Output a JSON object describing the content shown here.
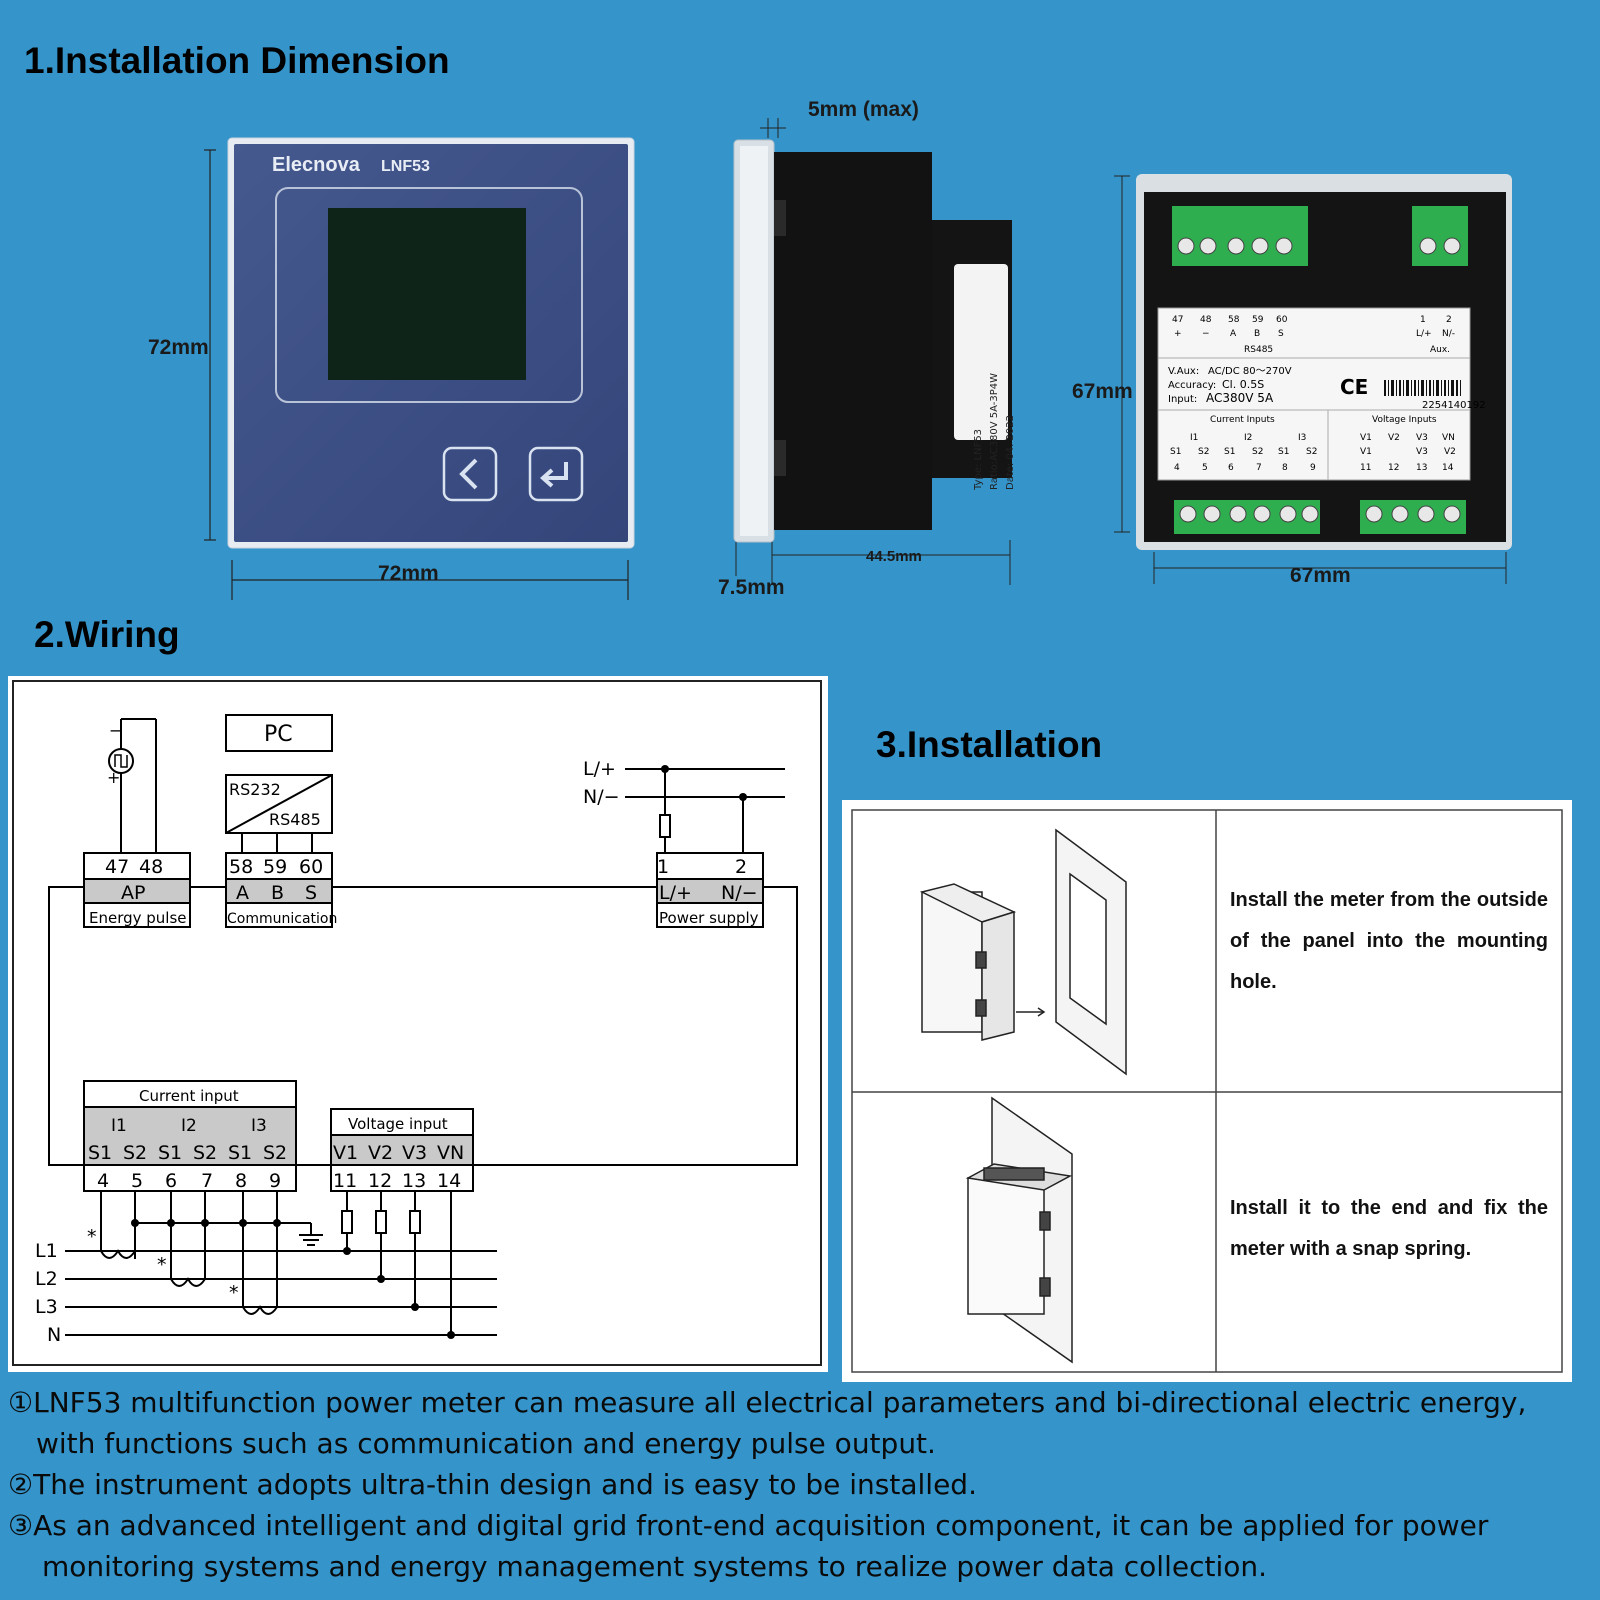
{
  "sections": {
    "dimension_title": "1.Installation Dimension",
    "wiring_title": "2.Wiring",
    "installation_title": "3.Installation"
  },
  "dimension": {
    "front_height": "72mm",
    "front_width": "72mm",
    "side_max": "5mm (max)",
    "side_depth": "44.5mm",
    "side_front": "7.5mm",
    "back_height": "67mm",
    "back_width": "67mm"
  },
  "meter": {
    "brand": "Elecnova",
    "model": "LNF53",
    "screen_color": "#0f2418",
    "body_color": "#3c4f84",
    "back_label": {
      "terms_top_left": [
        "47",
        "48",
        "58",
        "59",
        "60"
      ],
      "syms_top_left": [
        "+",
        "−",
        "A",
        "B",
        "S"
      ],
      "terms_top_right": [
        "1",
        "2"
      ],
      "syms_top_right": [
        "L/+",
        "N/-"
      ],
      "rs485": "RS485",
      "aux": "Aux.",
      "vaux_k": "V.Aux:",
      "vaux_v": "AC/DC 80～270V",
      "acc_k": "Accuracy:",
      "acc_v": "Cl. 0.5S",
      "input_k": "Input:",
      "input_v": "AC380V 5A",
      "ce": "CE",
      "serial": "2254140192",
      "current_inputs": "Current Inputs",
      "voltage_inputs": "Voltage Inputs",
      "i_labels": [
        "I1",
        "I2",
        "I3"
      ],
      "s_labels": [
        "S1",
        "S2",
        "S1",
        "S2",
        "S1",
        "S2"
      ],
      "i_nums": [
        "4",
        "5",
        "6",
        "7",
        "8",
        "9"
      ],
      "v_labels_row1": [
        "V1",
        "V2",
        "V3",
        "VN"
      ],
      "v_labels_row2": [
        "V1",
        "V3",
        "V2"
      ],
      "v_nums": [
        "11",
        "12",
        "13",
        "14"
      ]
    },
    "side_label": {
      "type": "Type:  LNF53",
      "ratio": "Ratio:AC380V 5A-3P4W",
      "date": "Date:   04. 2022"
    }
  },
  "wiring": {
    "pc": "PC",
    "rs232": "RS232",
    "rs485": "RS485",
    "minus": "−",
    "plus": "+",
    "energy_terms": [
      "47",
      "48"
    ],
    "energy_sym": "AP",
    "energy_label": "Energy pulse",
    "comm_terms": [
      "58",
      "59",
      "60"
    ],
    "comm_syms": [
      "A",
      "B",
      "S"
    ],
    "comm_label": "Communication",
    "power_terms": [
      "1",
      "2"
    ],
    "power_syms": [
      "L/+",
      "N/−"
    ],
    "power_label": "Power supply",
    "supply_lines": [
      "L/+",
      "N/−"
    ],
    "current_input": "Current input",
    "i_labels": [
      "I1",
      "I2",
      "I3"
    ],
    "s_labels": [
      "S1",
      "S2",
      "S1",
      "S2",
      "S1",
      "S2"
    ],
    "i_nums": [
      "4",
      "5",
      "6",
      "7",
      "8",
      "9"
    ],
    "voltage_input": "Voltage input",
    "v_labels": [
      "V1",
      "V2",
      "V3",
      "VN"
    ],
    "v_nums": [
      "11",
      "12",
      "13",
      "14"
    ],
    "lines": [
      "L1",
      "L2",
      "L3",
      "N"
    ],
    "star": "*"
  },
  "installation": {
    "step1": "Install the meter from the outside of the panel into the mounting hole.",
    "step2": "Install it to the end and fix the meter with a snap spring."
  },
  "notes": {
    "n1_a": "①LNF53 multifunction power meter can measure all electrical parameters and bi-directional electric energy,",
    "n1_b": "with functions such as communication and energy pulse output.",
    "n2": "②The instrument adopts ultra-thin design and is easy to be installed.",
    "n3_a": "③As an advanced intelligent and digital grid front-end acquisition component, it can be applied for power",
    "n3_b": "monitoring systems and energy management systems to realize power data collection."
  }
}
